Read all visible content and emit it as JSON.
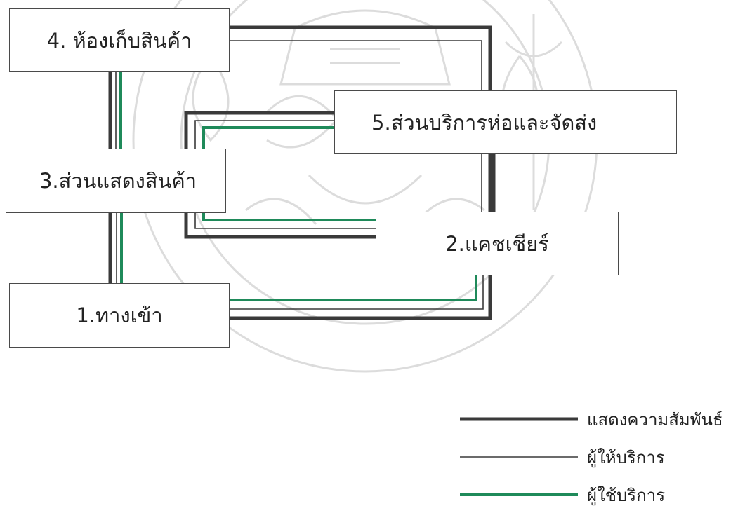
{
  "diagram": {
    "nodes": [
      {
        "id": "n4",
        "label": "4. ห้องเก็บสินค้า"
      },
      {
        "id": "n5",
        "label": "5.ส่วนบริการห่อและจัดส่ง"
      },
      {
        "id": "n3",
        "label": "3.ส่วนแสดงสินค้า"
      },
      {
        "id": "n2",
        "label": "2.แคชเชียร์"
      },
      {
        "id": "n1",
        "label": "1.ทางเข้า"
      }
    ],
    "links": [
      {
        "from": "n1",
        "to": "n3",
        "types": [
          "relation",
          "staff",
          "customer"
        ]
      },
      {
        "from": "n3",
        "to": "n4",
        "types": [
          "relation",
          "staff",
          "customer"
        ]
      },
      {
        "from": "n4",
        "to": "n2",
        "types": [
          "relation",
          "staff"
        ]
      },
      {
        "from": "n5",
        "to": "n2",
        "types": [
          "relation",
          "staff",
          "customer"
        ]
      },
      {
        "from": "n2",
        "to": "n1",
        "types": [
          "relation",
          "staff",
          "customer"
        ]
      }
    ]
  },
  "legend": [
    {
      "key": "relation",
      "label": "แสดงความสัมพันธ์",
      "color": "#3a3a3a"
    },
    {
      "key": "staff",
      "label": "ผู้ให้บริการ",
      "color": "#3a3a3a"
    },
    {
      "key": "customer",
      "label": "ผู้ใช้บริการ",
      "color": "#1f8a5a"
    }
  ],
  "colors": {
    "relation": "#3a3a3a",
    "staff": "#3a3a3a",
    "customer": "#1f8a5a",
    "watermark": "#d9d9d9"
  }
}
